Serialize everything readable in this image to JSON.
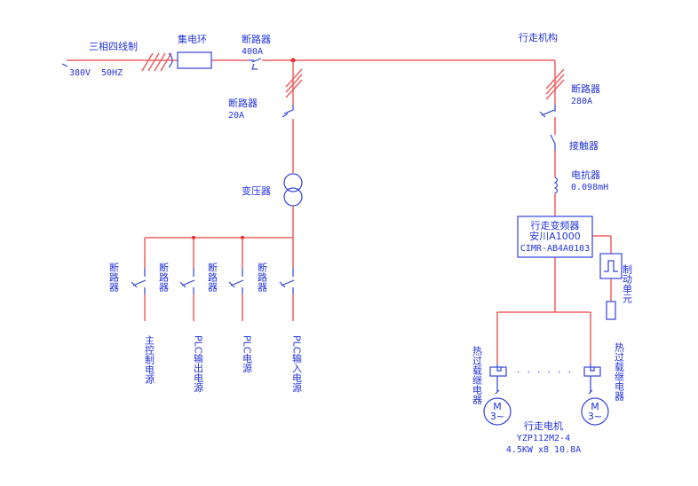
{
  "supply": {
    "system": "三相四线制",
    "voltage": "380V",
    "frequency": "50HZ"
  },
  "collector_ring": "集电环",
  "main_breaker": {
    "label": "断路器",
    "rating": "400A"
  },
  "aux_breaker": {
    "label": "断路器",
    "rating": "20A"
  },
  "transformer": "变压器",
  "branches": [
    {
      "breaker": "断路器",
      "load": "主控制电源"
    },
    {
      "breaker": "断路器",
      "load": "PLC输出电源"
    },
    {
      "breaker": "断路器",
      "load": "PLC电源"
    },
    {
      "breaker": "断路器",
      "load": "PLC输入电源"
    }
  ],
  "travel": {
    "title": "行走机构",
    "breaker": {
      "label": "断路器",
      "rating": "280A"
    },
    "contactor": "接触器",
    "reactor": {
      "label": "电抗器",
      "value": "0.098mH"
    },
    "vfd": {
      "name": "行走变频器",
      "brand": "安川A1000",
      "model": "CIMR-AB4A0103"
    },
    "brake_unit": "制动单元",
    "relay_left": "热过载继电器",
    "relay_right": "热过载继电器",
    "motor": {
      "name": "行走电机",
      "model": "YZP112M2-4",
      "spec": "4.5KW x8 10.8A",
      "symbol": "M",
      "phase": "3~"
    }
  }
}
